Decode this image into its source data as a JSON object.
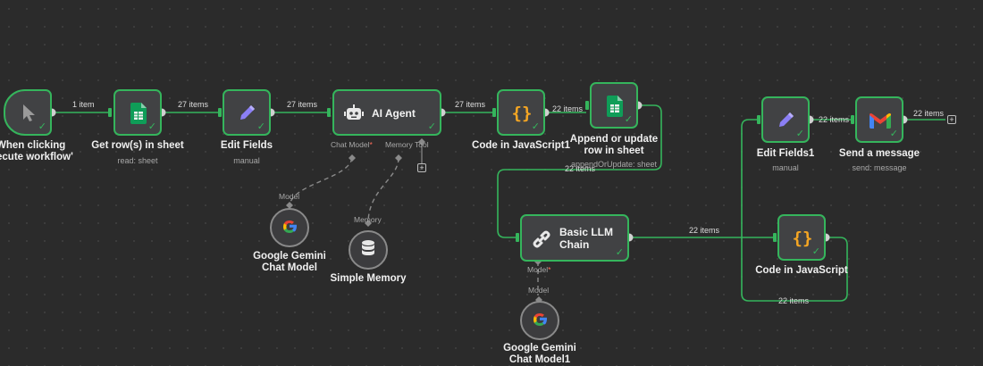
{
  "nodes": {
    "trigger": {
      "title_line1": "When clicking",
      "title_line2": "ecute workflow'"
    },
    "get_rows": {
      "title": "Get row(s) in sheet",
      "subtitle": "read: sheet"
    },
    "edit_fields": {
      "title": "Edit Fields",
      "subtitle": "manual"
    },
    "ai_agent": {
      "title": "AI Agent",
      "port_chat_model": "Chat Model",
      "port_chat_model_required": "*",
      "port_memory": "Memory",
      "port_tool": "Tool"
    },
    "code_js1": {
      "title": "Code in JavaScript1"
    },
    "append_update": {
      "title_line1": "Append or update",
      "title_line2": "row in sheet",
      "subtitle": "appendOrUpdate: sheet"
    },
    "basic_llm": {
      "title_line1": "Basic LLM",
      "title_line2": "Chain",
      "port_model": "Model",
      "port_model_required": "*"
    },
    "gemini1": {
      "port_label": "Model",
      "title_line1": "Google Gemini",
      "title_line2": "Chat Model"
    },
    "memory": {
      "port_label": "Memory",
      "title": "Simple Memory"
    },
    "gemini2": {
      "port_label": "Model",
      "title_line1": "Google Gemini",
      "title_line2": "Chat Model1"
    },
    "edit_fields1": {
      "title": "Edit Fields1",
      "subtitle": "manual"
    },
    "send_message": {
      "title": "Send a message",
      "subtitle": "send: message"
    },
    "code_js": {
      "title": "Code in JavaScript"
    }
  },
  "edges": {
    "e1": "1 item",
    "e2": "27 items",
    "e3": "27 items",
    "e4": "27 items",
    "e5": "22 items",
    "e6": "22 items",
    "e7": "22 items",
    "e8": "22 items",
    "e9": "22 items",
    "e10": "22 items"
  },
  "icons": {
    "trigger": "cursor-pointer-icon",
    "sheets": "google-sheets-icon",
    "edit": "pencil-icon",
    "agent": "robot-icon",
    "code": "curly-braces-icon",
    "chain": "link-icon",
    "gemini": "google-g-icon",
    "memory": "database-icon",
    "gmail": "gmail-icon"
  },
  "colors": {
    "canvas": "#2b2b2b",
    "node_fill": "#414244",
    "success_green": "#35b55c",
    "connection": "#35b55c",
    "sub_connection": "#8a8a8a",
    "required": "#ff6d5a",
    "code_braces": "#f5a623",
    "sheets_green": "#0f9d58",
    "pencil_purple": "#8b7ff5"
  }
}
